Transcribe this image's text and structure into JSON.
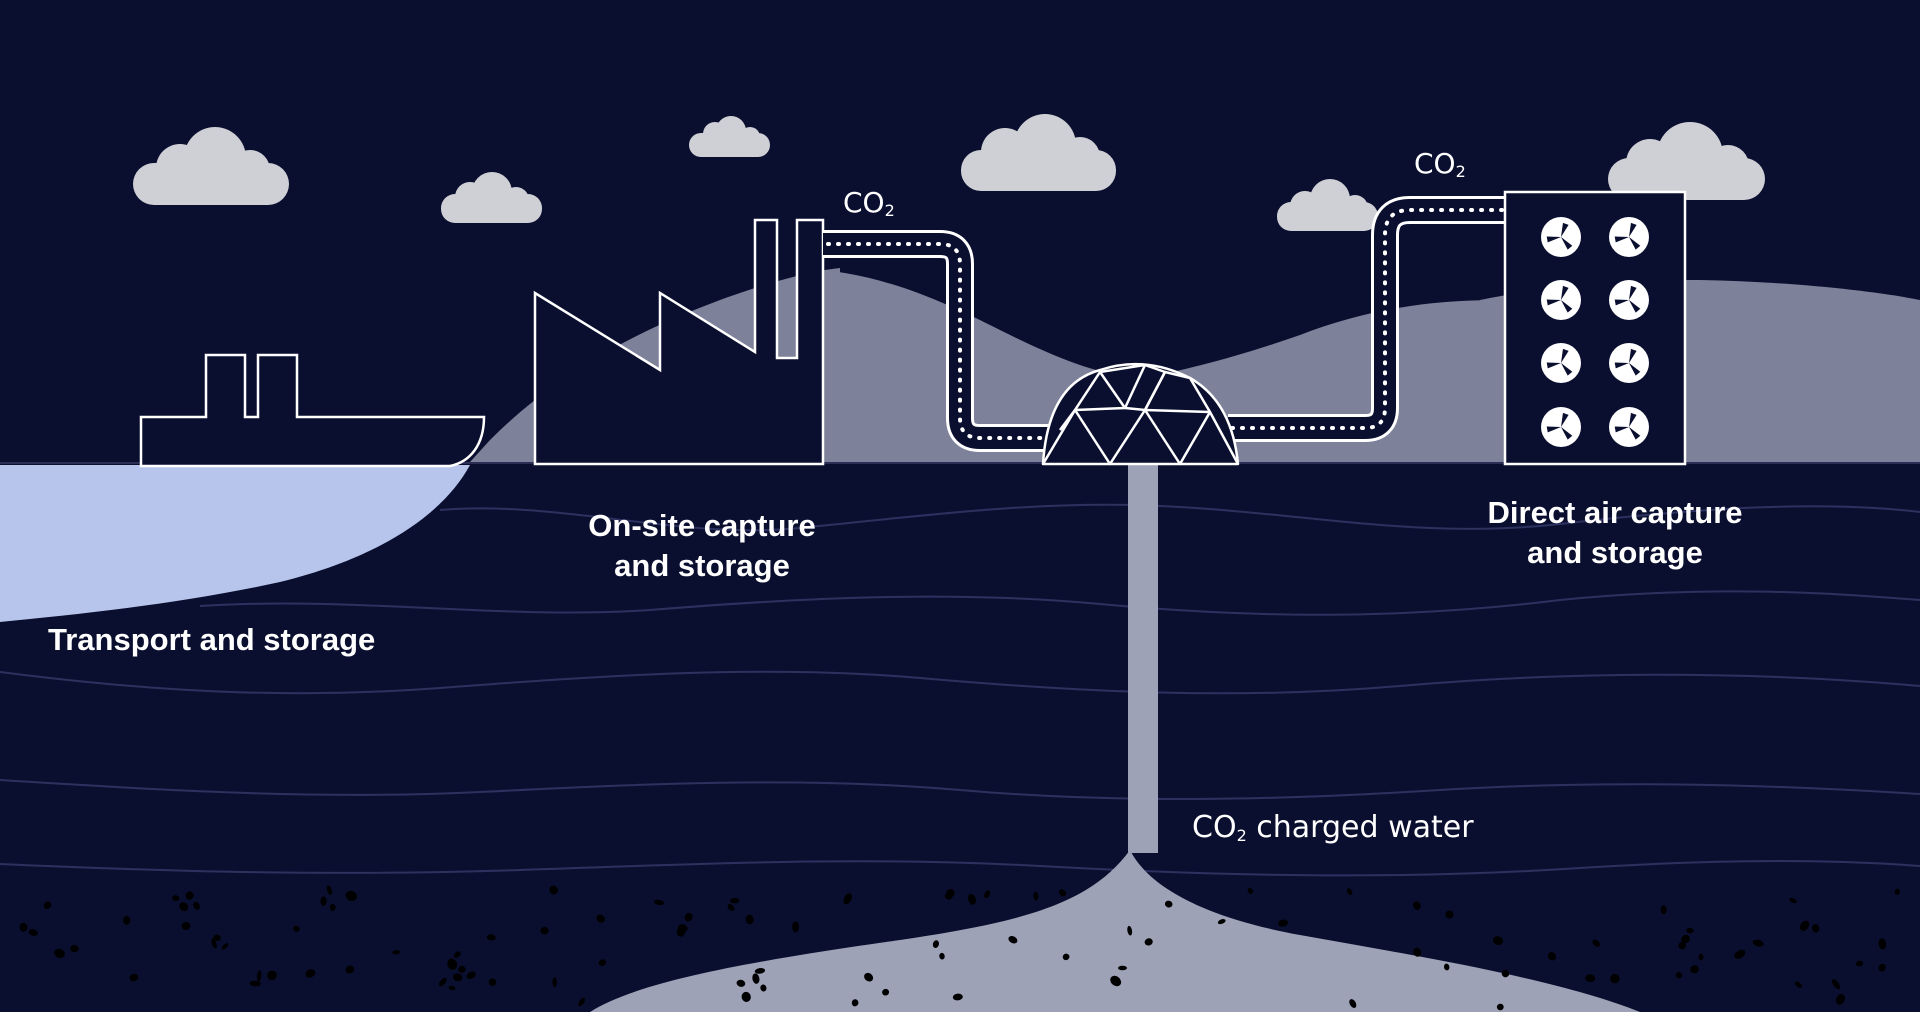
{
  "labels": {
    "transport": "Transport and storage",
    "onsite_line1": "On-site capture",
    "onsite_line2": "and storage",
    "direct_line1": "Direct air capture",
    "direct_line2": "and storage"
  },
  "co2_tags": {
    "main": "CO",
    "subscript": "2",
    "water_suffix": " charged water"
  },
  "icons": [
    "cloud-icon",
    "ship-icon",
    "factory-icon",
    "geodesic-dome-icon",
    "fan-icon",
    "pipe-icon"
  ],
  "colors": {
    "sky": "#0b0f2f",
    "hill": "#7d8199",
    "sea": "#b7c5ec",
    "cloud": "#cfd0d6",
    "rock": "#9ea2b6",
    "line": "#ffffff"
  }
}
